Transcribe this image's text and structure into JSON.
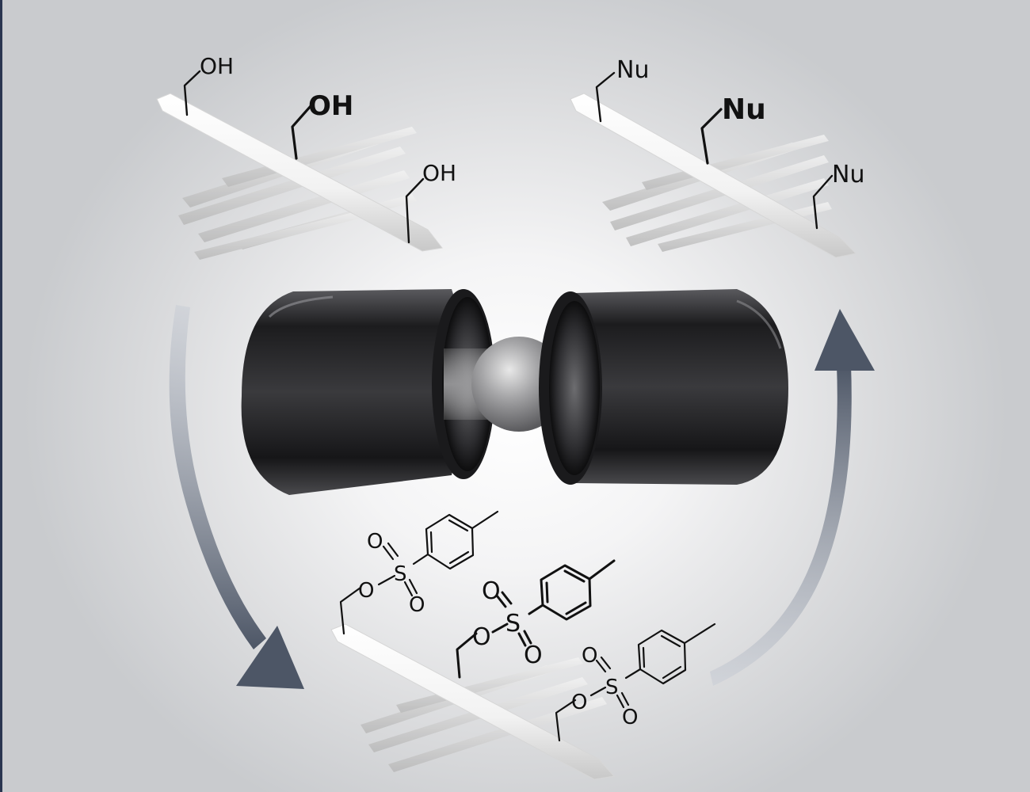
{
  "colors": {
    "arrow": "#4d5666",
    "arrow_light": "#c7ccd5",
    "cylinder": "#2b2b2e",
    "ball": "#9a9a9c",
    "rod": "#f4f4f4",
    "background_center": "#ffffff",
    "background_edge": "#c9cbce"
  },
  "labels": {
    "hydroxyl": "OH",
    "nucleophile": "Nu",
    "oxygen": "O",
    "sulfur": "S"
  },
  "icons": [
    "ball-mill-jar-icon",
    "milling-ball-icon",
    "cellulose-nanocrystal-icon",
    "cycle-arrow-icon"
  ]
}
